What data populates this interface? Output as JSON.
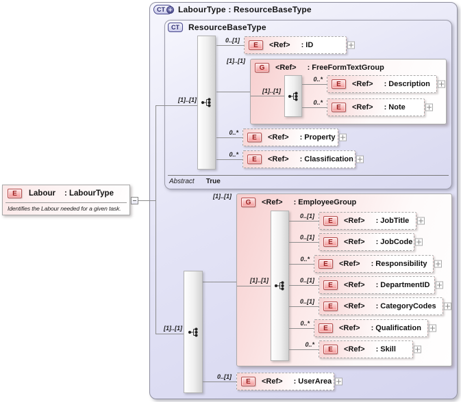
{
  "labour": {
    "badge": "E",
    "name": "Labour",
    "type_label": ": LabourType",
    "annotation": "Identifies the Labour needed for a given task."
  },
  "outer": {
    "badge": "CT",
    "title": "LabourType : ResourceBaseType"
  },
  "base": {
    "badge": "CT",
    "title": "ResourceBaseType",
    "abstract_label": "Abstract",
    "abstract_value": "True",
    "sequence_cardinality": "[1]..[1]",
    "id": {
      "cardinality": "0..[1]",
      "badge": "E",
      "ref": "<Ref>",
      "type_label": ": ID"
    },
    "freeform": {
      "cardinality": "[1]..[1]",
      "badge": "G",
      "ref": "<Ref>",
      "type_label": ": FreeFormTextGroup",
      "inner_cardinality": "[1]..[1]",
      "description": {
        "cardinality": "0..*",
        "badge": "E",
        "ref": "<Ref>",
        "type_label": ": Description"
      },
      "note": {
        "cardinality": "0..*",
        "badge": "E",
        "ref": "<Ref>",
        "type_label": ": Note"
      }
    },
    "property": {
      "cardinality": "0..*",
      "badge": "E",
      "ref": "<Ref>",
      "type_label": ": Property"
    },
    "classification": {
      "cardinality": "0..*",
      "badge": "E",
      "ref": "<Ref>",
      "type_label": ": Classification"
    }
  },
  "extension": {
    "sequence_cardinality": "[1]..[1]",
    "employee_group": {
      "cardinality": "[1]..[1]",
      "badge": "G",
      "ref": "<Ref>",
      "type_label": ": EmployeeGroup",
      "inner_cardinality": "[1]..[1]",
      "job_title": {
        "cardinality": "0..[1]",
        "badge": "E",
        "ref": "<Ref>",
        "type_label": ": JobTitle"
      },
      "job_code": {
        "cardinality": "0..[1]",
        "badge": "E",
        "ref": "<Ref>",
        "type_label": ": JobCode"
      },
      "responsibility": {
        "cardinality": "0..*",
        "badge": "E",
        "ref": "<Ref>",
        "type_label": ": Responsibility"
      },
      "department_id": {
        "cardinality": "0..[1]",
        "badge": "E",
        "ref": "<Ref>",
        "type_label": ": DepartmentID"
      },
      "category_codes": {
        "cardinality": "0..[1]",
        "badge": "E",
        "ref": "<Ref>",
        "type_label": ": CategoryCodes"
      },
      "qualification": {
        "cardinality": "0..*",
        "badge": "E",
        "ref": "<Ref>",
        "type_label": ": Qualification"
      },
      "skill": {
        "cardinality": "0..*",
        "badge": "E",
        "ref": "<Ref>",
        "type_label": ": Skill"
      }
    },
    "user_area": {
      "cardinality": "0..[1]",
      "badge": "E",
      "ref": "<Ref>",
      "type_label": ": UserArea"
    }
  },
  "colors": {
    "accent_lavender": "#dcdcf2",
    "accent_pink": "#f7cfcf",
    "element_red": "#9a1f1f",
    "type_navy": "#2c2c70"
  }
}
